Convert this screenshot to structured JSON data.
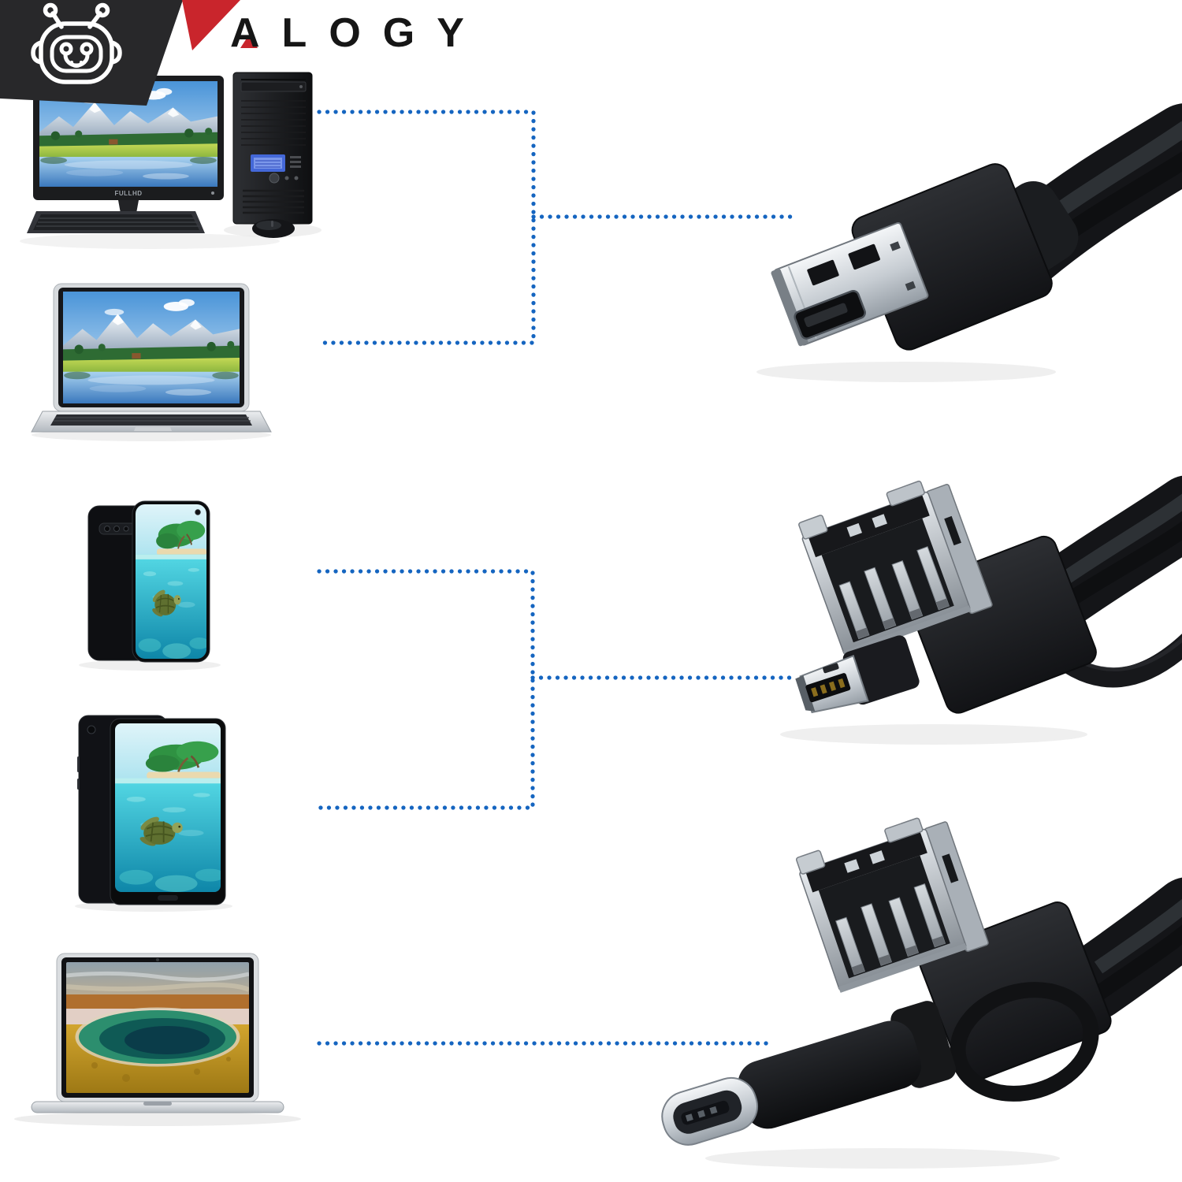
{
  "page": {
    "background": "#ffffff"
  },
  "brand": {
    "name": "ALOGY",
    "logo_icon": "robot-mascot-icon",
    "badge_color": "#28282a",
    "accent_red": "#c9252c",
    "wordmark_color": "#161616"
  },
  "monitor_badge": "FULLHD",
  "diagram": {
    "dot_color": "#1565c0",
    "line_style": "dotted",
    "groups": [
      {
        "sources": [
          "desktop-pc-image",
          "laptop-image"
        ],
        "target": "usb-a-connector-image"
      },
      {
        "sources": [
          "smartphone-image",
          "tablet-image"
        ],
        "target": "micro-usb-connector-image"
      },
      {
        "sources": [
          "macbook-image"
        ],
        "target": "usb-c-connector-image"
      }
    ]
  }
}
